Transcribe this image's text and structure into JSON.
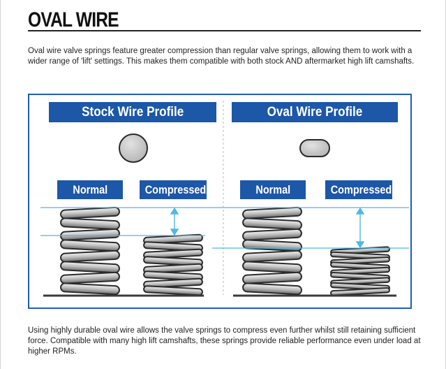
{
  "heading": "OVAL WIRE",
  "intro": "Oval wire valve springs feature greater compression than regular valve springs, allowing them to work with a wider range of 'lift' settings. This makes them compatible with both stock AND aftermarket high lift camshafts.",
  "figure": {
    "stock_profile_label": "Stock Wire Profile",
    "oval_profile_label": "Oval Wire Profile",
    "stock_normal_label": "Normal",
    "stock_compressed_label": "Compressed",
    "oval_normal_label": "Normal",
    "oval_compressed_label": "Compressed",
    "colors": {
      "label_bg": "#1d57a8",
      "frame": "#1f5db4",
      "guide_line": "#4fb8e6",
      "wire_gray": "#cfcfcf",
      "spring_dark": "#3a3a3a"
    }
  },
  "closing": "Using highly durable oval wire allows the valve springs to compress even further whilst still retaining sufficient force. Compatible with many high lift camshafts, these springs provide reliable performance even under load at higher RPMs."
}
